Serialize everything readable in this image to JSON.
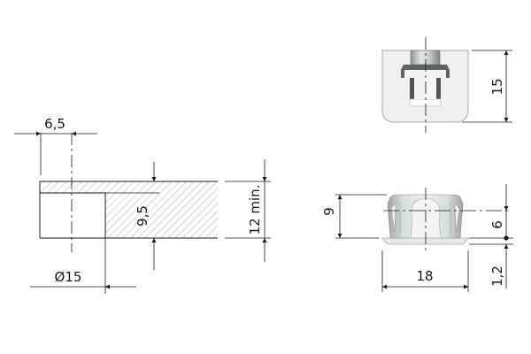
{
  "drawing": {
    "section_view": {
      "dimensions": {
        "offset": "6,5",
        "bore_depth": "9,5",
        "panel_thickness": "12 min.",
        "bore_diameter": "Ø15"
      }
    },
    "top_view": {
      "dimensions": {
        "height": "15"
      }
    },
    "side_view": {
      "dimensions": {
        "body_height": "9",
        "center_height": "6",
        "flange_thickness": "1,2",
        "flange_width": "18"
      }
    },
    "colors": {
      "line": "#1a1a1a",
      "hatch": "#9a9a9a",
      "part_fill": "#eef0f0",
      "part_shade": "#c8cbcc",
      "part_dark": "#555a5c"
    }
  }
}
